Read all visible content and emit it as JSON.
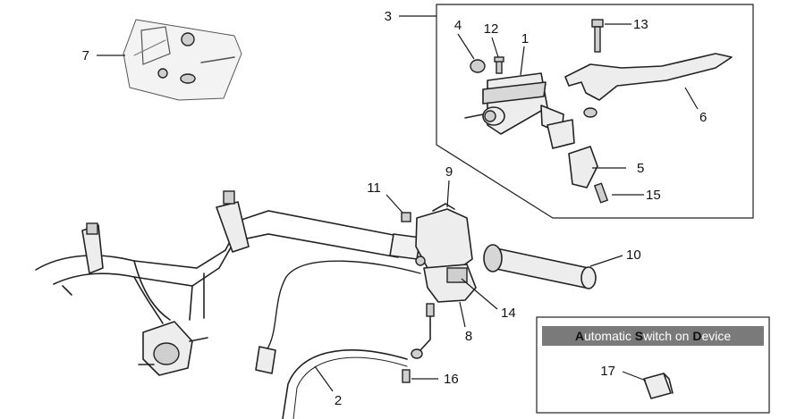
{
  "callouts": {
    "c1": "1",
    "c2": "2",
    "c3": "3",
    "c4": "4",
    "c5": "5",
    "c6": "6",
    "c7": "7",
    "c8": "8",
    "c9": "9",
    "c10": "10",
    "c11": "11",
    "c12": "12",
    "c13": "13",
    "c14": "14",
    "c15": "15",
    "c16": "16",
    "c17": "17"
  },
  "inset": {
    "title_parts": [
      "A",
      "utomatic ",
      "S",
      "witch on ",
      "D",
      "evice"
    ],
    "title_bg": "#7a7a7a"
  },
  "colors": {
    "line": "#1a1a1a",
    "part_fill": "#ededed",
    "title_bar": "#7a7a7a"
  }
}
